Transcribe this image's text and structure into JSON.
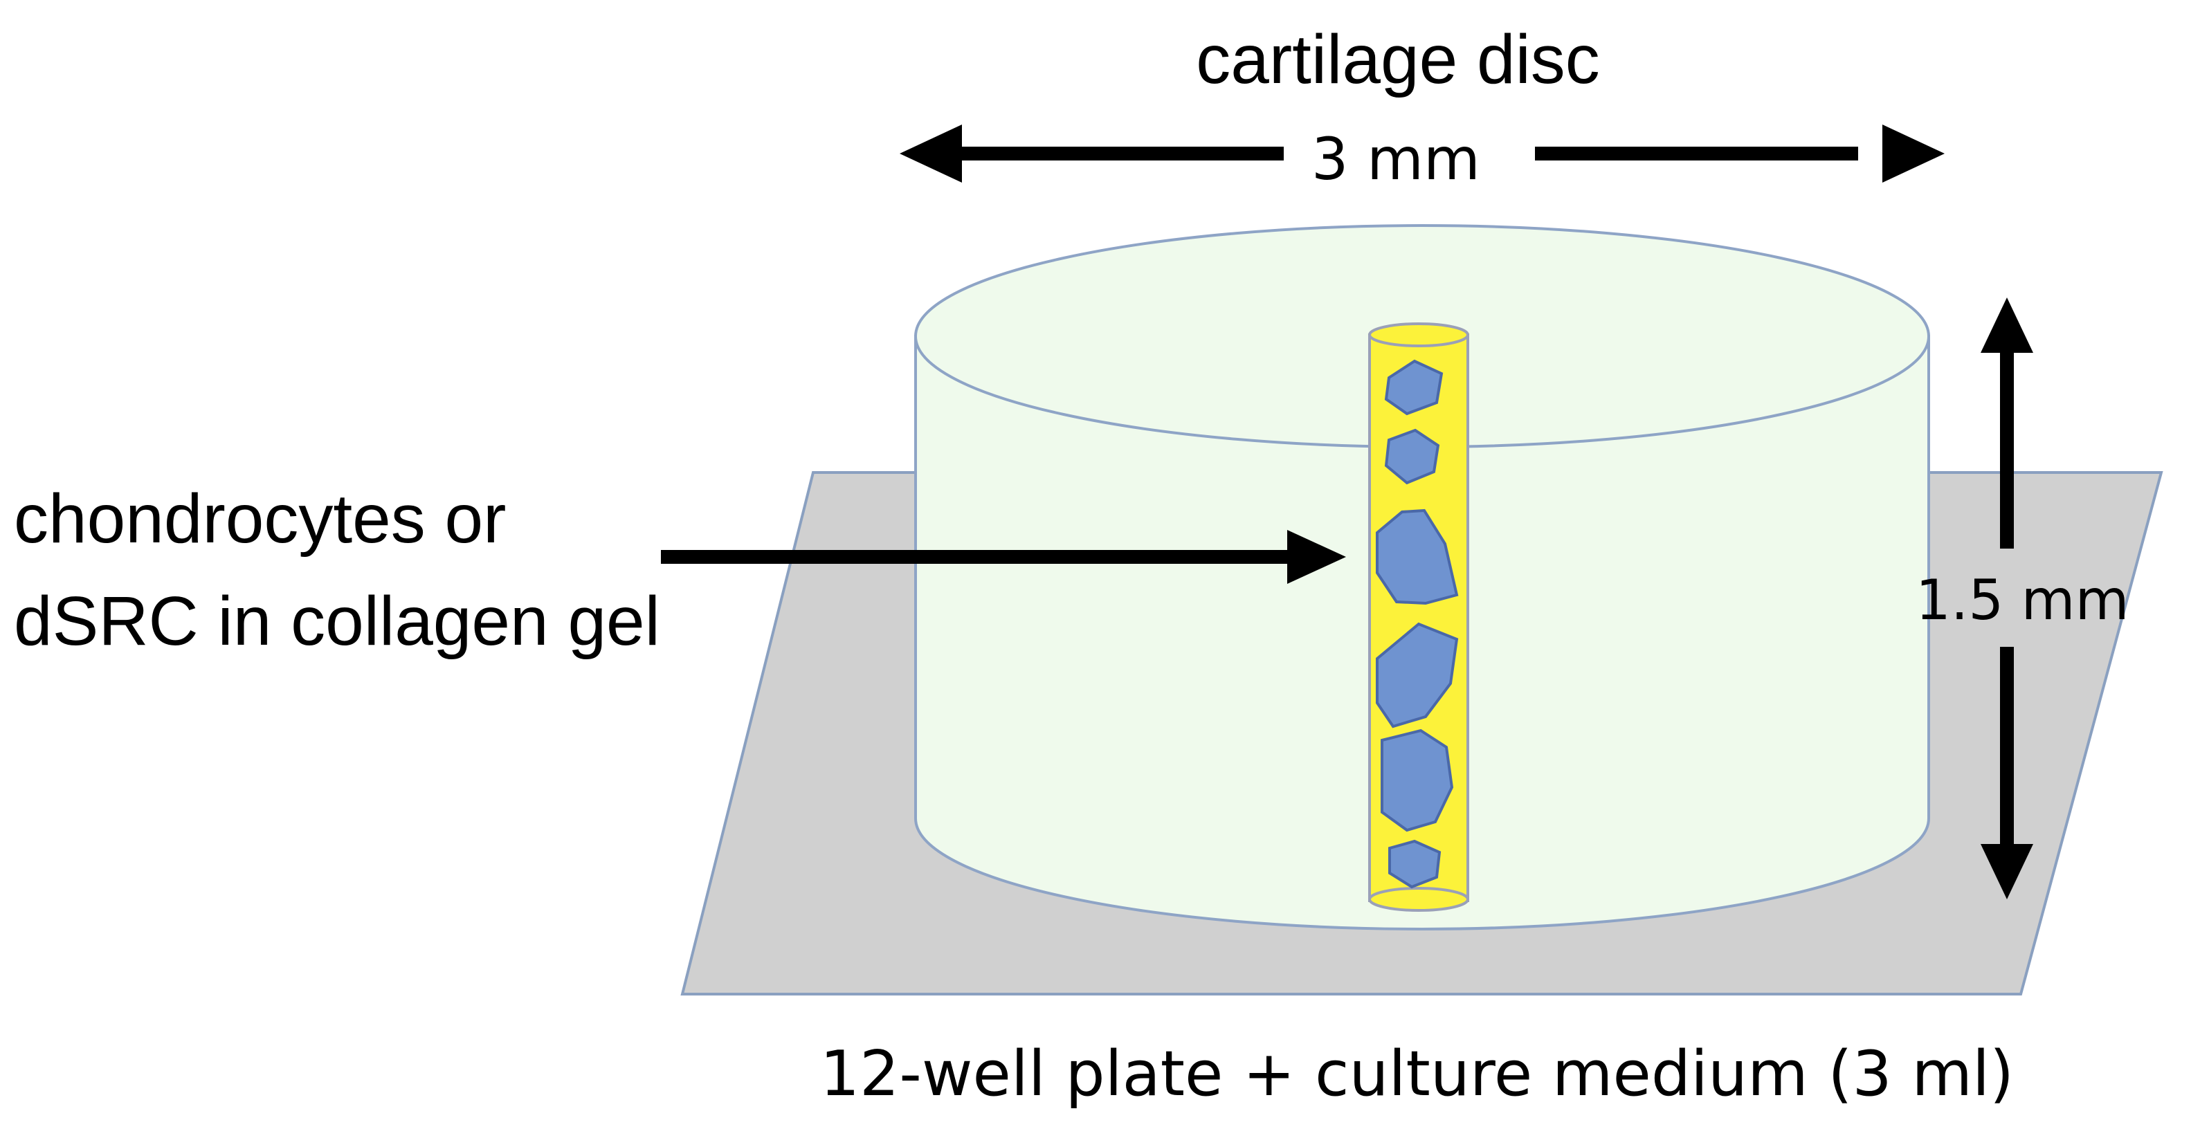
{
  "diagram": {
    "title": "cartilage disc",
    "disc_width_label": "3 mm",
    "disc_height_label": "1.5 mm",
    "cell_label_lines": [
      "chondrocytes or",
      "dSRC in collagen gel"
    ],
    "plate_label": "12-well plate + culture medium (3 ml)"
  },
  "colors": {
    "plate_fill": "#d0d0d0",
    "plate_edge": "#8aa0c0",
    "disc_fill": "#effaec",
    "disc_edge": "#8ea4c6",
    "gel_fill": "#fcf23a",
    "gel_edge": "#9aa0b8",
    "cell_fill": "#6f93d0",
    "cell_edge": "#4a68a8",
    "arrow": "#000000"
  },
  "icons": {
    "width_arrow": "double-horizontal-arrow",
    "height_arrow": "double-vertical-arrow",
    "pointer_arrow": "right-arrow"
  }
}
